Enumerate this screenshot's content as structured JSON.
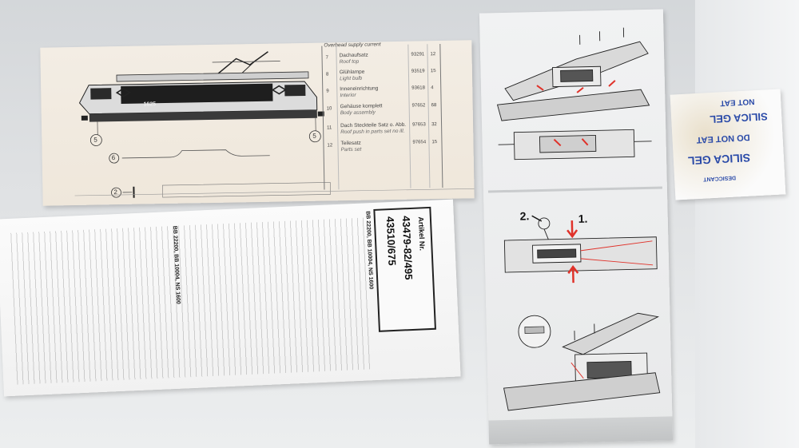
{
  "parts_list": {
    "caption": "Overhead supply current",
    "rows": [
      {
        "pos": "7",
        "de": "Dachaufsatz",
        "en": "Roof top",
        "art": "93291",
        "qty": "12"
      },
      {
        "pos": "8",
        "de": "Glühlampe",
        "en": "Light bulb",
        "art": "93519",
        "qty": "15"
      },
      {
        "pos": "9",
        "de": "Inneneinrichtung",
        "en": "Interior",
        "art": "93618",
        "qty": "4"
      },
      {
        "pos": "10",
        "de": "Gehäuse komplett",
        "en": "Body assembly",
        "art": "97652",
        "qty": "68"
      },
      {
        "pos": "11",
        "de": "Dach Steckteile Satz o. Abb.",
        "en": "Roof push in parts set   no ill.",
        "art": "97653",
        "qty": "32"
      },
      {
        "pos": "12",
        "de": "Teilesatz",
        "en": "Parts set",
        "art": "97654",
        "qty": "15"
      }
    ],
    "loco_number": "1625",
    "callouts": [
      "5",
      "5",
      "6",
      "2"
    ]
  },
  "booklet": {
    "title_right": "BB 22200, BB 10004, NS 1600",
    "title_left": "BB 22200, BB 10004, NS 1600",
    "article_label": "Artikel Nr.",
    "article_numbers": [
      "43479-82/495",
      "43510/675"
    ]
  },
  "instructions": {
    "step_2": "2.",
    "step_1": "1."
  },
  "silica": {
    "line1": "NOT EAT",
    "line2": "SILICA GEL",
    "line3": "DO NOT EAT",
    "line4": "SILICA GEL",
    "line5": "DESICCANT"
  },
  "colors": {
    "arrow_red": "#e0322a",
    "print_blue": "#2a4aa8"
  }
}
